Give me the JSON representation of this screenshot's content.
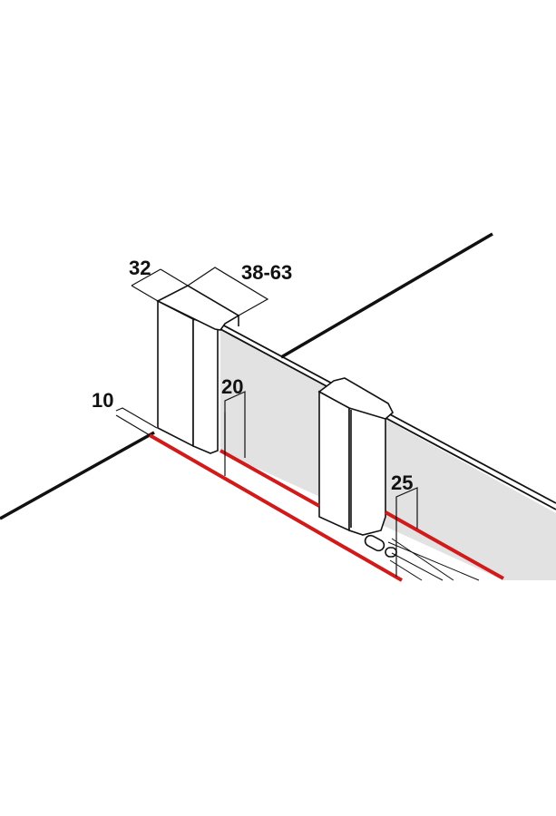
{
  "diagram": {
    "dimensions": {
      "profile_depth": "32",
      "adjustment_range": "38-63",
      "wall_offset": "10",
      "glass_offset_fixed": "20",
      "glass_offset_sliding": "25"
    },
    "colors": {
      "line": "#111111",
      "floor_marker": "#d11a1a",
      "glass": "#e2e2e2"
    }
  }
}
